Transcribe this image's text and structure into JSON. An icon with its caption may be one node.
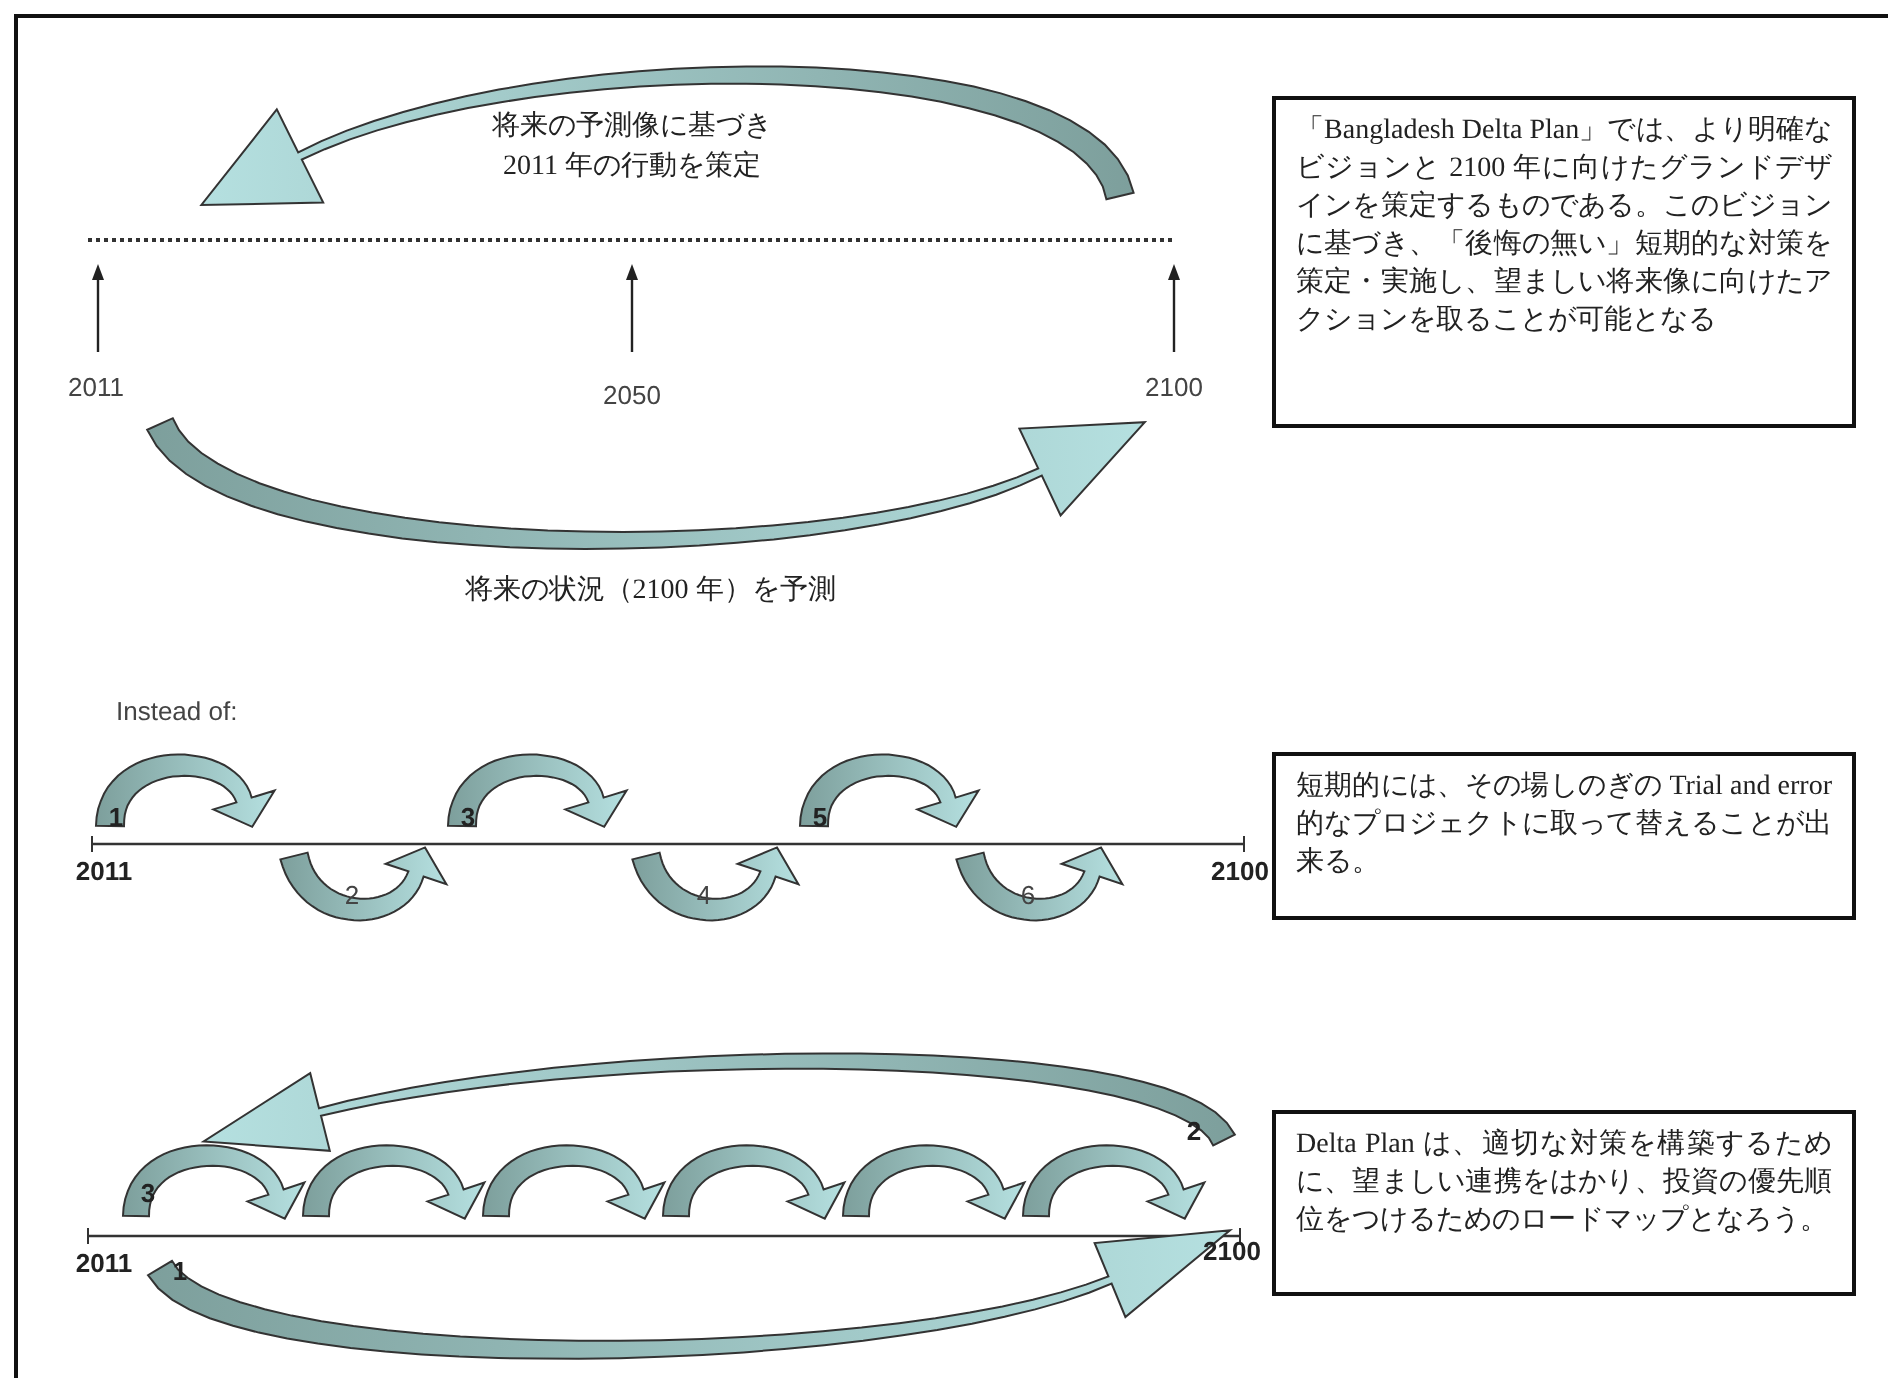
{
  "diagram": {
    "nodes": [
      {
        "text": [
          "「Bangladesh Delta Plan」では、より明確なビジョンと 2100 年に向けたグランドデザインを策定するものである。このビジョンに基づき、「後悔の無い」短期的な対策を策定・実施し、望ましい将来像に向けたアクションを取ることが可能となる"
        ]
      },
      {
        "text": [
          "短期的には、その場しのぎの Trial and error 的なプロジェクトに取って替えることが出来る。"
        ]
      },
      {
        "text": [
          "Delta Plan は、適切な対策を構築するために、望ましい連携をはかり、投資の優先順位をつけるためのロードマップとなろう。"
        ]
      }
    ],
    "labels": [
      "将来の予測像に基づき",
      "2011 年の行動を策定",
      "2011",
      "2050",
      "2100",
      "将来の状況（2100 年）を予測",
      "Instead of:",
      "1",
      "3",
      "5",
      "2011",
      "2",
      "4",
      "6",
      "2100",
      "2",
      "3",
      "2011",
      "1",
      "2100"
    ]
  }
}
